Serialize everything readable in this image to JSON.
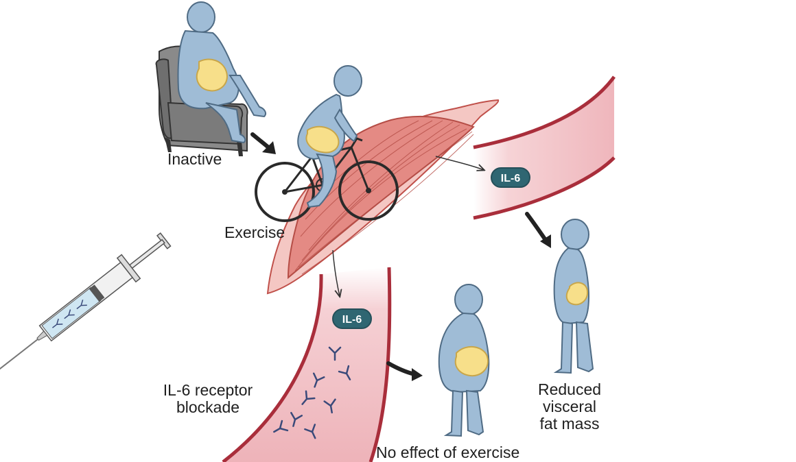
{
  "labels": {
    "inactive": "Inactive",
    "exercise": "Exercise",
    "blockade_line1": "IL-6 receptor",
    "blockade_line2": "blockade",
    "reduced_line1": "Reduced",
    "reduced_line2": "visceral",
    "reduced_line3": "fat mass",
    "no_effect": "No effect of exercise"
  },
  "badges": {
    "upper": "IL-6",
    "lower": "IL-6"
  },
  "colors": {
    "body": "#9fbcd6",
    "body_outline": "#4f6b84",
    "fat": "#f7df8a",
    "muscle": "#e48a84",
    "vessel": "#f2c3c7",
    "vessel_wall": "#a92e3b",
    "badge": "#2f6672",
    "chair": "#7a7a7a",
    "antibody": "#3a4a7a"
  }
}
